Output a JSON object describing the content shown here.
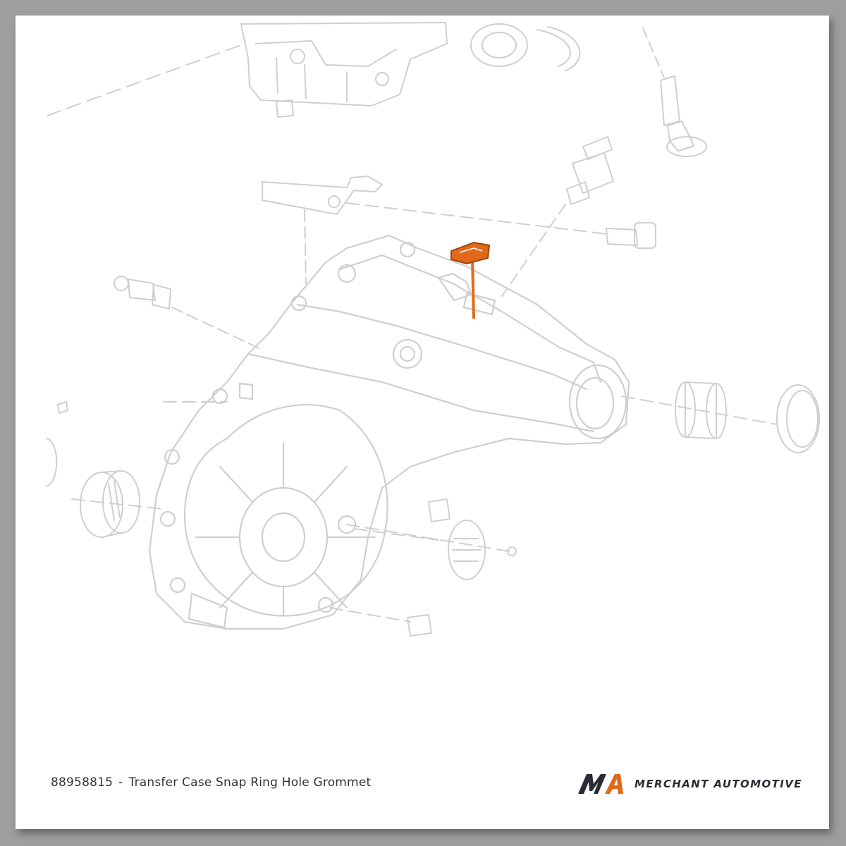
{
  "caption": {
    "part_number": "88958815",
    "separator": "-",
    "part_name": "Transfer Case Snap Ring Hole Grommet"
  },
  "brand": {
    "logo_text": "MA",
    "name": "MERCHANT AUTOMOTIVE"
  },
  "diagram": {
    "highlighted_part": "snap-ring-hole-grommet",
    "highlight_color": "#e06a1a",
    "line_color": "#cfcfcf"
  },
  "colors": {
    "background": "#9e9e9e",
    "card": "#ffffff",
    "brand_dark": "#2b2b33",
    "brand_accent": "#e06a1a"
  }
}
